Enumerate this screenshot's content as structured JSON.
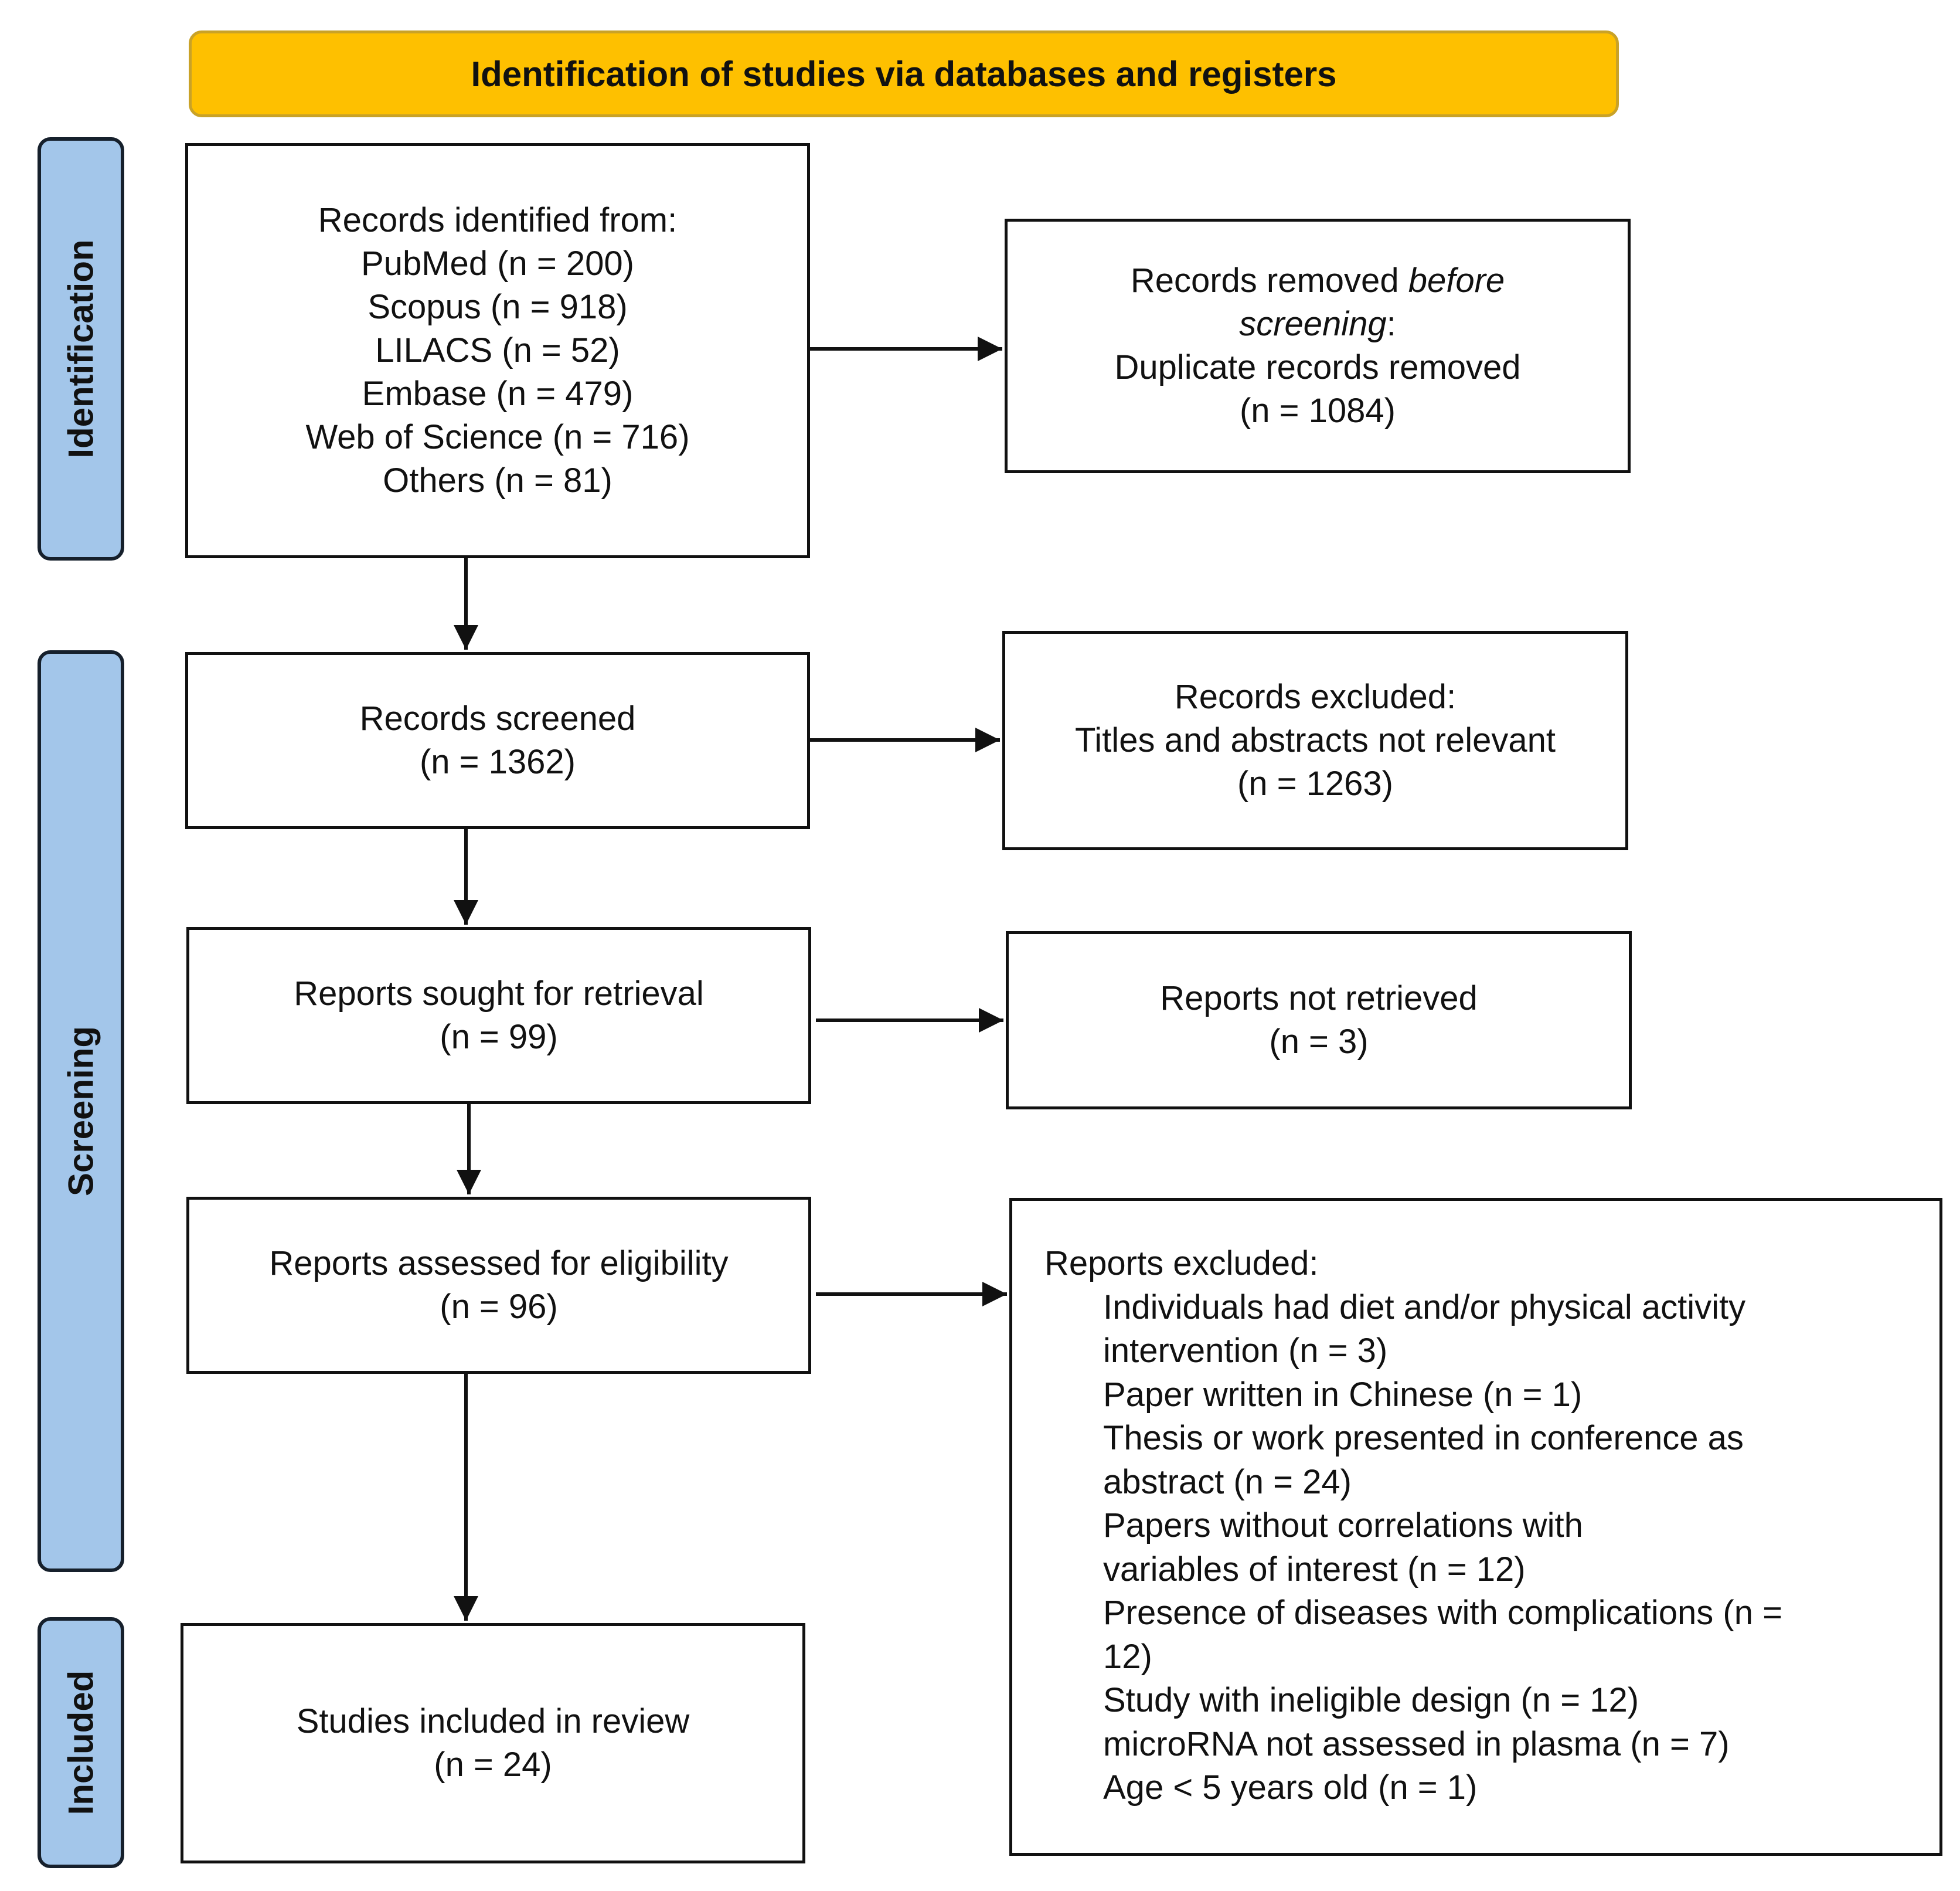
{
  "header": {
    "title": "Identification of studies via databases and registers"
  },
  "phases": {
    "identification": "Identification",
    "screening": "Screening",
    "included": "Included"
  },
  "records_identified": {
    "lines": [
      "Records identified from:",
      "PubMed (n = 200)",
      "Scopus (n = 918)",
      "LILACS (n = 52)",
      "Embase (n = 479)",
      "Web of Science (n = 716)",
      "Others (n = 81)"
    ]
  },
  "records_removed": {
    "prefix": "Records removed ",
    "emphasis_1": "before",
    "emphasis_2": "screening",
    "colon": ":",
    "line_3": "Duplicate records removed",
    "count": "(n = 1084)"
  },
  "records_screened": {
    "label": "Records screened",
    "count": "(n = 1362)"
  },
  "records_excluded": {
    "label": "Records excluded:",
    "reason": "Titles and abstracts not relevant",
    "count": "(n = 1263)"
  },
  "reports_sought": {
    "label": "Reports sought for retrieval",
    "count": "(n = 99)"
  },
  "reports_not_retrieved": {
    "label": "Reports not retrieved",
    "count": "(n = 3)"
  },
  "reports_assessed": {
    "label": "Reports assessed for eligibility",
    "count": "(n = 96)"
  },
  "reports_excluded": {
    "title": "Reports excluded:",
    "lines": [
      "Individuals had diet and/or physical activity",
      "intervention (n = 3)",
      "Paper written in Chinese (n = 1)",
      "Thesis or work presented in conference as",
      "abstract (n = 24)",
      "Papers without correlations with",
      "variables of interest (n = 12)",
      "Presence of diseases with complications (n =",
      "12)",
      "Study with ineligible design (n = 12)",
      "microRNA not assessed in plasma (n = 7)",
      "Age < 5 years old (n = 1)"
    ]
  },
  "studies_included": {
    "label": "Studies included in review",
    "count": "(n = 24)"
  }
}
